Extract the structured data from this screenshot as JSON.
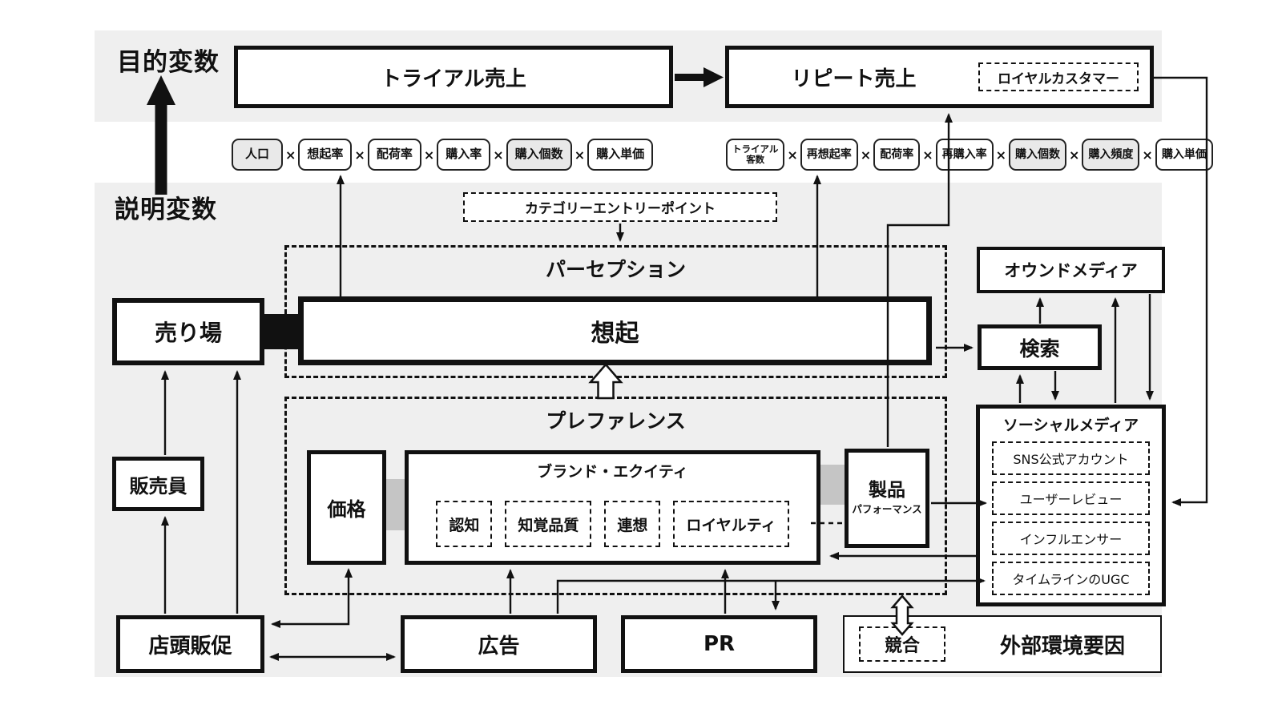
{
  "labels": {
    "objective": "目的変数",
    "explanatory": "説明変数"
  },
  "top": {
    "trial_sales": "トライアル売上",
    "repeat_sales": "リピート売上",
    "loyal_customer": "ロイヤルカスタマー"
  },
  "factors": {
    "multiply_symbol": "×",
    "trial_row": [
      {
        "label": "人口",
        "gray": true
      },
      {
        "label": "想起率",
        "gray": false
      },
      {
        "label": "配荷率",
        "gray": false
      },
      {
        "label": "購入率",
        "gray": false
      },
      {
        "label": "購入個数",
        "gray": true
      },
      {
        "label": "購入単価",
        "gray": false
      }
    ],
    "repeat_row": [
      {
        "label": "トライアル\n客数",
        "gray": false,
        "small": true
      },
      {
        "label": "再想起率",
        "gray": false
      },
      {
        "label": "配荷率",
        "gray": false
      },
      {
        "label": "再購入率",
        "gray": false
      },
      {
        "label": "購入個数",
        "gray": true
      },
      {
        "label": "購入頻度",
        "gray": true
      },
      {
        "label": "購入単価",
        "gray": false
      }
    ]
  },
  "perception": {
    "category_entry_point": "カテゴリーエントリーポイント",
    "title": "パーセプション",
    "recall": "想起"
  },
  "preference": {
    "title": "プレファレンス",
    "price": "価格",
    "brand_equity_title": "ブランド・エクイティ",
    "brand_equity_items": [
      "認知",
      "知覚品質",
      "連想",
      "ロイヤルティ"
    ],
    "product_line1": "製品",
    "product_line2": "パフォーマンス"
  },
  "media": {
    "owned": "オウンドメディア",
    "search": "検索",
    "social_title": "ソーシャルメディア",
    "social_items": [
      "SNS公式アカウント",
      "ユーザーレビュー",
      "インフルエンサー",
      "タイムラインのUGC"
    ]
  },
  "left_side": {
    "store": "売り場",
    "salesperson": "販売員",
    "store_promotion": "店頭販促"
  },
  "bottom_row": {
    "advertising": "広告",
    "pr": "PR",
    "competitor": "競合",
    "external_factors": "外部環境要因"
  },
  "colors": {
    "ink": "#111111",
    "band": "#efefef",
    "box_fill": "#ffffff",
    "factor_gray": "#e9e9e9",
    "connector_gray": "#c5c5c5"
  }
}
